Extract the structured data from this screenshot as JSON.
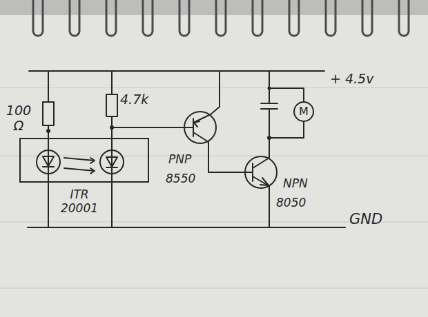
{
  "diagram": {
    "nodes": [
      {
        "text": [
          "ITR 20001"
        ]
      },
      {
        "text": [
          "PNP",
          "8550"
        ]
      },
      {
        "text": [
          "NPN",
          "8050"
        ]
      },
      {
        "text": [
          "M"
        ]
      }
    ],
    "edges": [
      {
        "from": 0,
        "to": 1,
        "arrow": "none"
      },
      {
        "from": 1,
        "to": 2,
        "arrow": "none"
      },
      {
        "from": 2,
        "to": 3,
        "arrow": "none"
      }
    ],
    "labels": [
      "100 Ω",
      "4.7k",
      "+ 4.5v",
      "GND"
    ]
  }
}
